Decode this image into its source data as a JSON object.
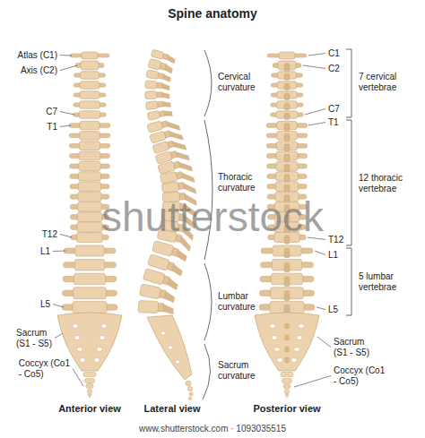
{
  "diagram": {
    "title": "Spine anatomy",
    "labels": [
      "Atlas (C1)",
      "Axis (C2)",
      "C7",
      "T1",
      "T12",
      "L1",
      "L5",
      "Sacrum (S1 - S5)",
      "Coccyx (Co1 - Co5)",
      "Anterior view",
      "Cervical curvature",
      "Thoracic curvature",
      "Lumbar curvature",
      "Sacrum curvature",
      "Lateral view",
      "C1",
      "C2",
      "C7",
      "T1",
      "T12",
      "L1",
      "L5",
      "Sacrum (S1 - S5)",
      "Coccyx (Co1 - Co5)",
      "Posterior view",
      "7 cervical vertebrae",
      "12 thoracic vertebrae",
      "5 lumbar vertebrae",
      "shutterstock",
      "www.shutterstock.com · 1093035515"
    ]
  }
}
